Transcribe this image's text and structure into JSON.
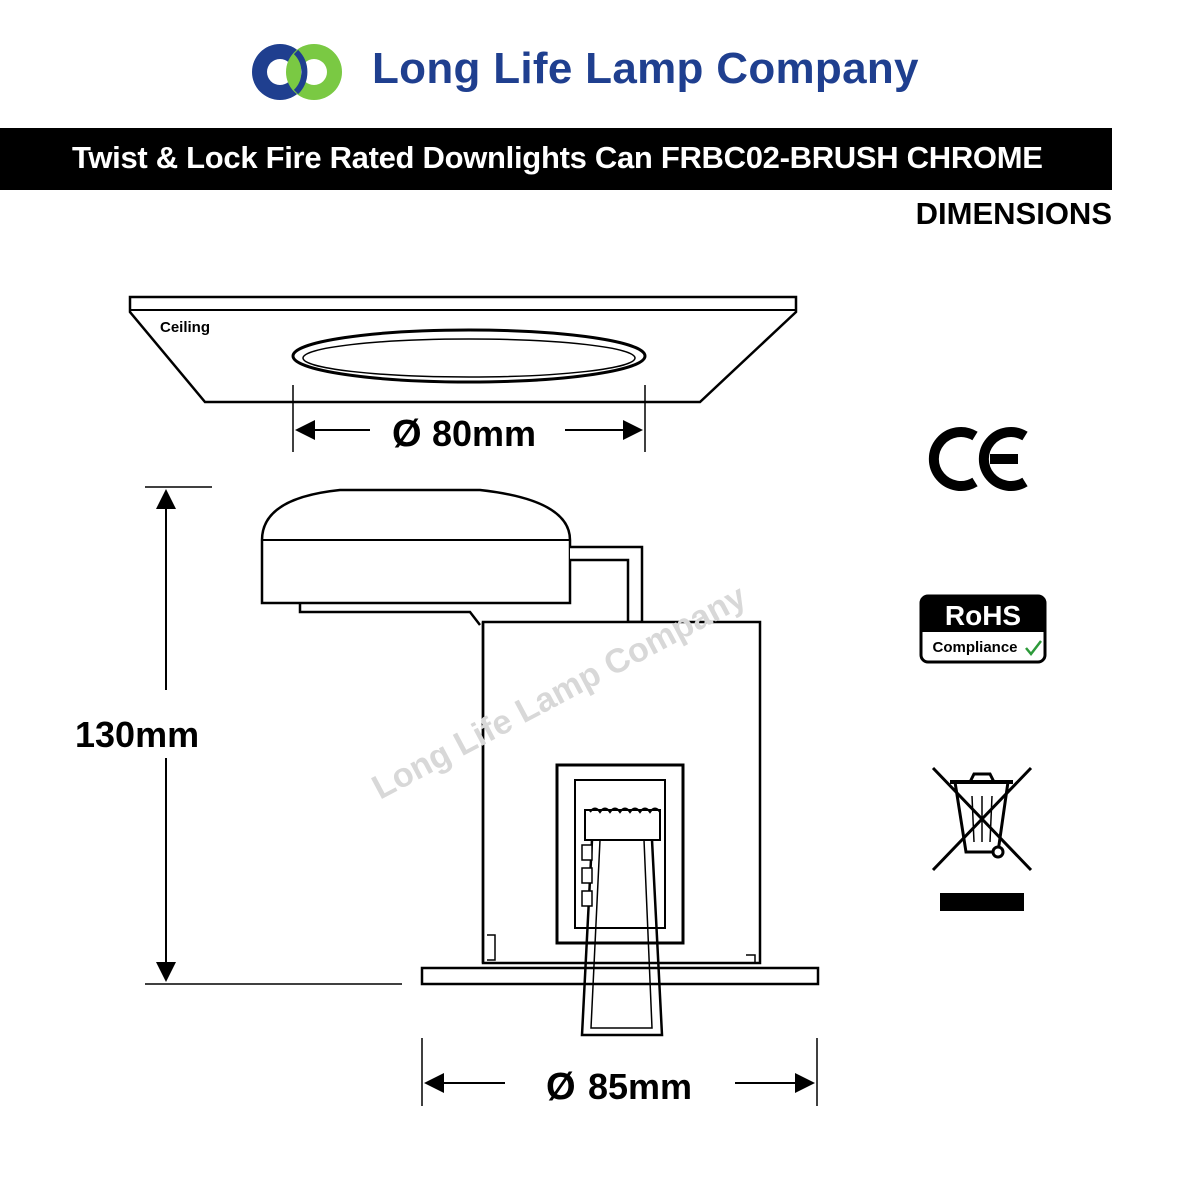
{
  "header": {
    "brand_name": "Long Life Lamp Company",
    "logo_icon": "two-interlocking-circles-logo",
    "brand_color": "#1f3f8f",
    "logo_colors": [
      "#1f3f8f",
      "#7ac943"
    ]
  },
  "title_bar": {
    "title": "Twist & Lock Fire Rated Downlights Can FRBC02-BRUSH CHROME",
    "background": "#000000",
    "text_color": "#ffffff"
  },
  "section_label": "DIMENSIONS",
  "diagram": {
    "ceiling_label": "Ceiling",
    "cutout_diameter": "80mm",
    "height": "130mm",
    "bezel_diameter": "85mm",
    "diameter_symbol": "Ø",
    "watermark": "Long Life Lamp Company"
  },
  "certifications": [
    {
      "name": "ce-mark-icon",
      "label": "CE"
    },
    {
      "name": "rohs-badge",
      "label": "RoHS",
      "sublabel": "Compliance"
    },
    {
      "name": "weee-bin-icon",
      "label": ""
    }
  ]
}
